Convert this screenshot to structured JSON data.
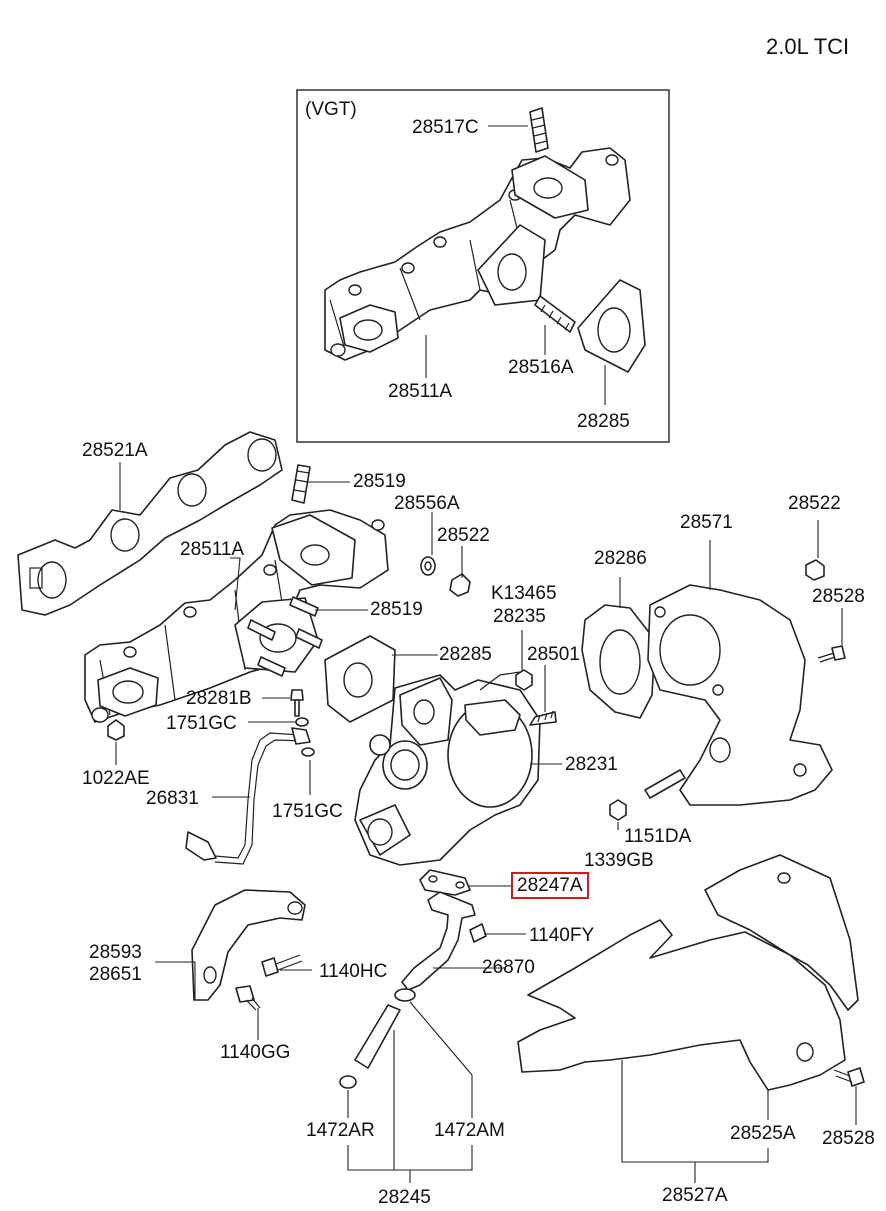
{
  "engine_label": "2.0L TCI",
  "variant_label": "(VGT)",
  "highlight_color": "#e0141e",
  "labels": {
    "p28517C": "28517C",
    "p28511A_vgt": "28511A",
    "p28516A": "28516A",
    "p28285_vgt": "28285",
    "p28521A": "28521A",
    "p28519_top": "28519",
    "p28556A": "28556A",
    "p28522_mid": "28522",
    "p28511A": "28511A",
    "p28519_low": "28519",
    "p28285": "28285",
    "pK13465": "K13465",
    "p28235": "28235",
    "p28501": "28501",
    "p28281B": "28281B",
    "p1751GC_top": "1751GC",
    "p1022AE": "1022AE",
    "p26831": "26831",
    "p1751GC_low": "1751GC",
    "p28231": "28231",
    "p28286": "28286",
    "p28571": "28571",
    "p28522_right": "28522",
    "p28528_top": "28528",
    "p1151DA": "1151DA",
    "p1339GB": "1339GB",
    "p28247A": "28247A",
    "p1140FY": "1140FY",
    "p28593": "28593",
    "p28651": "28651",
    "p1140HC": "1140HC",
    "p26870": "26870",
    "p1140GG": "1140GG",
    "p1472AR": "1472AR",
    "p1472AM": "1472AM",
    "p28245": "28245",
    "p28525A": "28525A",
    "p28528_low": "28528",
    "p28527A": "28527A"
  }
}
